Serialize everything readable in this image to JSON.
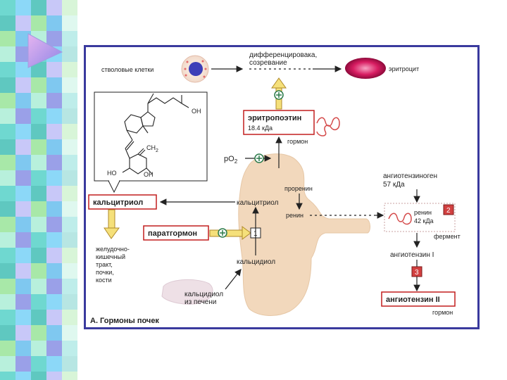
{
  "colors": {
    "border": "#3a3a9e",
    "box_border": "#c21e1e",
    "arrow_fill": "#f5e07a",
    "kidney": "#f2d8bc",
    "stripe_a": "#6fd8d0",
    "stripe_b": "#9aa0e8"
  },
  "icons": {
    "triangle": "triangle-play-icon",
    "plus": "plus-circle-icon"
  },
  "diagram": {
    "stem_cells": "стволовые клетки",
    "differentiation_1": "дифференцировака,",
    "differentiation_2": "созревание",
    "erythrocyte": "эритроцит",
    "epo_title": "эритропоэтин",
    "epo_mass": "18.4 кДа",
    "hormone_1": "гормон",
    "po2": "pO",
    "po2_sub": "2",
    "oh_top": "OH",
    "ch2": "CH",
    "ch2_sub": "2",
    "ho": "HO",
    "oh_bottom": "OH",
    "calcitriol_box": "кальцитриол",
    "calcitriol_kidney": "кальцитриол",
    "prorenin": "проренин",
    "renin_kidney": "ренин",
    "parathormone": "паратгормон",
    "step1": "1",
    "calcidiol": "кальцидиол",
    "gi_1": "желудочно-",
    "gi_2": "кишечный",
    "gi_3": "тракт,",
    "gi_4": "почки,",
    "gi_5": "кости",
    "calcidiol_liver_1": "кальцидиол",
    "calcidiol_liver_2": "из печени",
    "angiotensinogen": "ангиотензиноген",
    "angiotensinogen_mass": "57 кДа",
    "renin_box": "ренин",
    "renin_mass": "42 кДа",
    "step2": "2",
    "enzyme": "фермент",
    "angiotensin1": "ангиотензин I",
    "step3": "3",
    "angiotensin2": "ангиотензин II",
    "hormone_2": "гормон",
    "caption": "А. Гормоны почек"
  }
}
